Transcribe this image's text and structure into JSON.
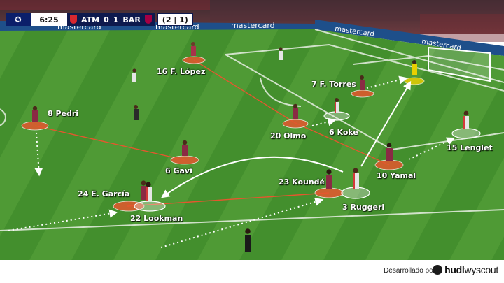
{
  "scoreboard": {
    "clock": "6:25",
    "home": "ATM",
    "home_score": "0",
    "away_score": "1",
    "away": "BAR",
    "aggregate": "(2 | 1)",
    "competition_icon": "champions-league-stars-icon",
    "colors": {
      "panel": "#0e1a4e",
      "home_crest": "#d7282f",
      "away_crest": "#a50044"
    }
  },
  "banners": [
    "mastercard",
    "mastercard",
    "mastercard",
    "mastercard",
    "mastercard"
  ],
  "players": {
    "lopez": "16 F. López",
    "torres": "7 F. Torres",
    "pedri": "8 Pedri",
    "olmo": "20 Olmo",
    "koke": "6 Koke",
    "lenglet": "15 Lenglet",
    "gavi": "6 Gavi",
    "yamal": "10 Yamal",
    "kounde": "23 Koundé",
    "garcia": "24 E. García",
    "ruggeri": "3 Ruggeri",
    "lookman": "22 Lookman"
  },
  "colors": {
    "pitch_light": "#4f9a35",
    "pitch_dark": "#3f8a2a",
    "barca_marker": "#e4572e",
    "atm_marker": "#f2f2f2",
    "keeper_marker": "#f0d000"
  },
  "footer": {
    "credit": "Desarrollado por",
    "brand_bold": "hudl",
    "brand_light": "wyscout"
  }
}
